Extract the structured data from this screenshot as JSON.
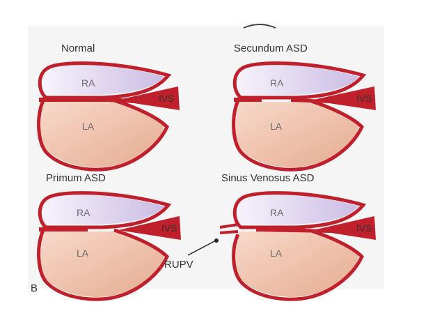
{
  "colors": {
    "wall": "#c0202c",
    "ra_fill_light": "#f7f3fb",
    "ra_fill_dark": "#cfc3e6",
    "la_fill_light": "#f6d7c6",
    "la_fill_dark": "#e9b39b",
    "background_panel": "#f4f4f4"
  },
  "panels": [
    {
      "title": "Normal",
      "ra": "RA",
      "la": "LA",
      "ivs": "IVS",
      "defect": "none"
    },
    {
      "title": "Secundum ASD",
      "ra": "RA",
      "la": "LA",
      "ivs": "IVS",
      "defect": "secundum"
    },
    {
      "title": "Primum ASD",
      "ra": "RA",
      "la": "LA",
      "ivs": "IVS",
      "defect": "primum"
    },
    {
      "title": "Sinus Venosus ASD",
      "ra": "RA",
      "la": "LA",
      "ivs": "IVS",
      "defect": "sinus-venosus"
    }
  ],
  "callout": {
    "label": "RUPV"
  },
  "corner_letter": "B"
}
